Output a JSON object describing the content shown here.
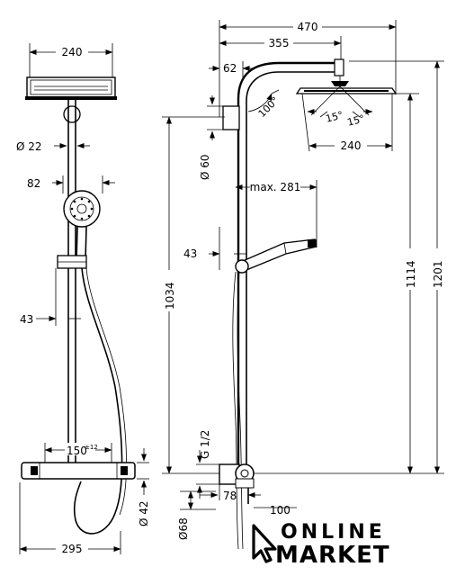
{
  "front_view": {
    "width_top": "240",
    "pipe_diameter": "Ø 22",
    "hand_shower_width": "82",
    "holder_offset": "43",
    "thermostat_width": "150",
    "thermostat_tolerance": "±12",
    "outlet_height": "Ø 42",
    "overall_width": "295"
  },
  "side_view": {
    "reach_total": "470",
    "reach_arm": "355",
    "wall_offset": "62",
    "bend_angle": "100°",
    "tilt_left": "15°",
    "tilt_right": "15°",
    "head_width": "240",
    "bracket_height": "Ø 60",
    "slide_range": "max. 281",
    "holder_depth": "43",
    "height_1034": "1034",
    "height_1114": "1114",
    "height_1201": "1201",
    "connection": "G 1/2",
    "connection_offset": "78",
    "connection_cut": "100",
    "connection_diameter": "Ø68"
  },
  "logo": {
    "line1": "ONLINE",
    "line2": "MARKET"
  }
}
